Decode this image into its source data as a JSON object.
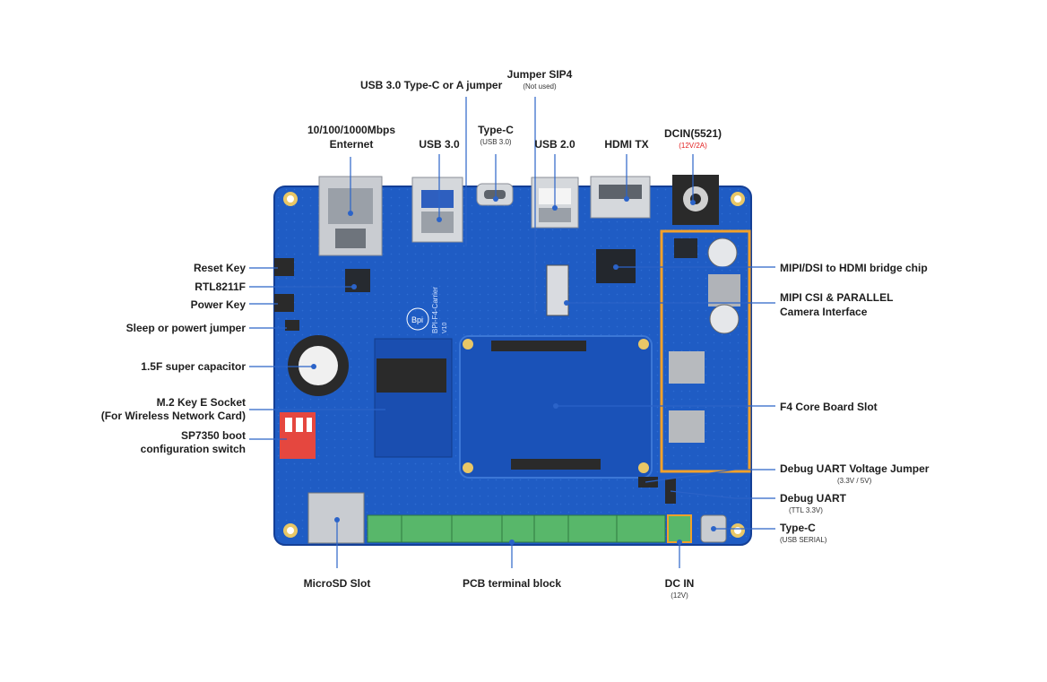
{
  "diagram": {
    "labels": {
      "usb3_jumper": "USB 3.0 Type-C or A jumper",
      "jumper_sip4": "Jumper SIP4",
      "jumper_sip4_note": "(Not used)",
      "ethernet_line1": "10/100/1000Mbps",
      "ethernet_line2": "Enternet",
      "usb30": "USB 3.0",
      "typec_top": "Type-C",
      "typec_top_note": "(USB 3.0)",
      "usb20": "USB 2.0",
      "hdmi_tx": "HDMI TX",
      "dcin5521": "DCIN(5521)",
      "dcin5521_note": "(12V/2A)",
      "reset_key": "Reset Key",
      "rtl8211f": "RTL8211F",
      "power_key": "Power Key",
      "sleep_jumper": "Sleep or powert jumper",
      "supercap": "1.5F super capacitor",
      "m2_line1": "M.2 Key E Socket",
      "m2_line2": "(For Wireless Network Card)",
      "sp7350_line1": "SP7350 boot",
      "sp7350_line2": "configuration switch",
      "mipi_dsi": "MIPI/DSI to HDMI bridge chip",
      "mipi_csi_line1": "MIPI CSI & PARALLEL",
      "mipi_csi_line2": "Camera Interface",
      "f4_slot": "F4 Core Board Slot",
      "uart_jumper": "Debug UART Voltage Jumper",
      "uart_jumper_note": "(3.3V / 5V)",
      "debug_uart": "Debug UART",
      "debug_uart_note": "(TTL 3.3V)",
      "typec_serial": "Type-C",
      "typec_serial_note": "(USB SERIAL)",
      "microsd": "MicroSD Slot",
      "terminal": "PCB terminal block",
      "dc_in": "DC IN",
      "dc_in_note": "(12V)"
    },
    "board_silk": {
      "logo": "Bpi",
      "name": "BPI-F4-Carrier",
      "v": "V10"
    },
    "colors": {
      "pcb": "#1f5cc4",
      "pcb_dark": "#143f96",
      "terminal": "#58b76a",
      "callout_line": "#2b63c8",
      "dcin_note": "#e21c1c",
      "highlight_box": "#f2a12a",
      "dip_switch": "#e5473f"
    }
  }
}
